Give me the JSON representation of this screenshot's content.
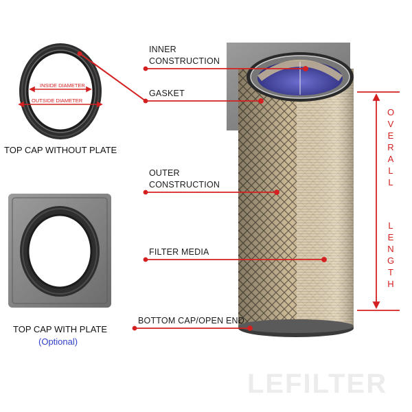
{
  "labels": {
    "inner_1": "INNER",
    "inner_2": "CONSTRUCTION",
    "gasket": "GASKET",
    "outer_1": "OUTER",
    "outer_2": "CONSTRUCTION",
    "media": "FILTER MEDIA",
    "bottom": "BOTTOM CAP/OPEN END"
  },
  "captions": {
    "top_no_plate": "TOP CAP WITHOUT PLATE",
    "top_with_plate": "TOP CAP WITH PLATE",
    "optional": "(Optional)"
  },
  "dimensions": {
    "inside": "INSIDE DIAMETER",
    "outside": "OUTSIDE DIAMETER"
  },
  "overall": {
    "word1": [
      "O",
      "V",
      "E",
      "R",
      "A",
      "L",
      "L"
    ],
    "word2": [
      "L",
      "E",
      "N",
      "G",
      "T",
      "H"
    ]
  },
  "watermark": "LEFILTER",
  "colors": {
    "accent_red": "#d42020",
    "optional_blue": "#2f3ec9",
    "media_tan": "#d8c8a8",
    "gasket_dark": "#2a2a2a",
    "plate_gray": "#8a8a8a"
  }
}
